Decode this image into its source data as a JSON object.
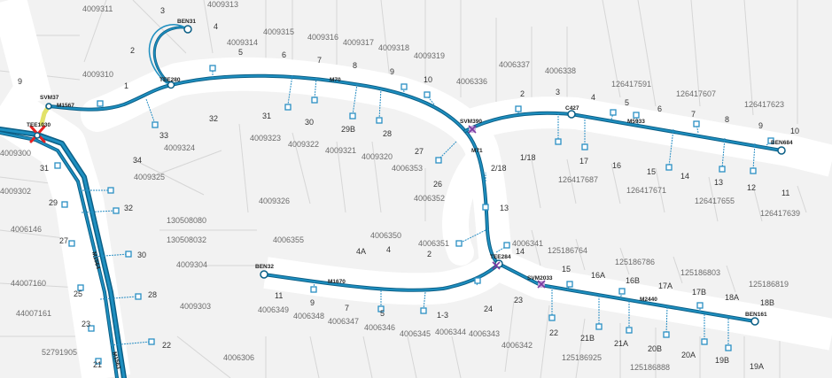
{
  "colors": {
    "background": "#f2f2f2",
    "street": "#ffffff",
    "parcel_line": "#d6d6d6",
    "cable": "#1e8fc0",
    "cable_dark": "#0b5f86",
    "service_box": "#2a8fc4",
    "highlight": "#e2e26a",
    "fault": "#e82222",
    "switch": "#7a3aa0",
    "text": "#333333",
    "parcel_text": "#6c6c6c"
  },
  "icons": {
    "switch": "x-cross-icon",
    "fault": "red-x-icon",
    "cable_end": "circle-icon",
    "service_point": "square-icon"
  },
  "network_labels": [
    "BEN31",
    "TEE280",
    "SVM37",
    "M1567",
    "TEE1030",
    "M70",
    "SVM390",
    "M71",
    "C427",
    "M5933",
    "BEN684",
    "BEN32",
    "M1670",
    "TEE284",
    "SVM2033",
    "M2440",
    "BEN161",
    "M1564",
    "M1563"
  ],
  "house_numbers": [
    "3",
    "4",
    "2",
    "5",
    "1",
    "9",
    "6",
    "7",
    "8",
    "9",
    "10",
    "32",
    "31",
    "30",
    "29B",
    "28",
    "33",
    "34",
    "27",
    "1/18",
    "2/18",
    "26",
    "2",
    "3",
    "4",
    "5",
    "6",
    "7",
    "8",
    "9",
    "10",
    "17",
    "16",
    "15",
    "14",
    "13",
    "12",
    "11",
    "13",
    "14",
    "15",
    "16A",
    "16B",
    "17A",
    "17B",
    "18A",
    "18B",
    "19A",
    "19B",
    "20A",
    "20B",
    "21A",
    "21B",
    "22",
    "23",
    "24",
    "1-3",
    "5",
    "7",
    "9",
    "11",
    "4A",
    "4",
    "2",
    "31",
    "29",
    "32",
    "27",
    "30",
    "25",
    "28",
    "23",
    "22",
    "21"
  ],
  "parcel_ids": [
    "4009311",
    "4009313",
    "4009315",
    "4009316",
    "4009317",
    "4009318",
    "4009319",
    "4009314",
    "4009310",
    "4006337",
    "4006338",
    "4006336",
    "126417591",
    "126417607",
    "126417623",
    "4009300",
    "4009324",
    "4009323",
    "4009322",
    "4009321",
    "4009320",
    "4006353",
    "4009325",
    "126417687",
    "126417671",
    "126417655",
    "126417639",
    "4009302",
    "4009326",
    "4006352",
    "130508080",
    "4006146",
    "4006355",
    "4006350",
    "130508032",
    "4006351",
    "4006341",
    "125186764",
    "125186786",
    "125186803",
    "125186819",
    "4009304",
    "44007160",
    "4009303",
    "44007161",
    "4006349",
    "4006348",
    "4006347",
    "4006346",
    "4006345",
    "4006344",
    "4006343",
    "4006342",
    "125186925",
    "125186888",
    "52791905",
    "4006306"
  ]
}
